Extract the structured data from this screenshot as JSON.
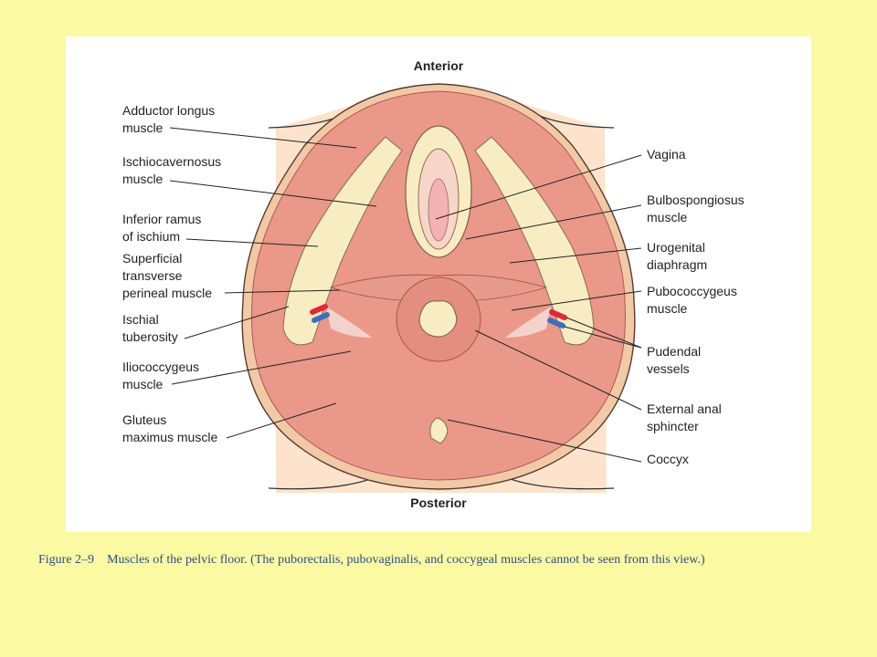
{
  "orientation": {
    "top": "Anterior",
    "bottom": "Posterior"
  },
  "labels_left": [
    {
      "line1": "Adductor longus",
      "line2": "muscle"
    },
    {
      "line1": "Ischiocavernosus",
      "line2": "muscle"
    },
    {
      "line1": "Inferior ramus",
      "line2": "of ischium"
    },
    {
      "line1": "Superficial",
      "line2": "transverse",
      "line3": "perineal muscle"
    },
    {
      "line1": "Ischial",
      "line2": "tuberosity"
    },
    {
      "line1": "Iliococcygeus",
      "line2": "muscle"
    },
    {
      "line1": "Gluteus",
      "line2": "maximus muscle"
    }
  ],
  "labels_right": [
    {
      "line1": "Vagina"
    },
    {
      "line1": "Bulbospongiosus",
      "line2": "muscle"
    },
    {
      "line1": "Urogenital",
      "line2": "diaphragm"
    },
    {
      "line1": "Pubococcygeus",
      "line2": "muscle"
    },
    {
      "line1": "Pudendal",
      "line2": "vessels"
    },
    {
      "line1": "External anal",
      "line2": "sphincter"
    },
    {
      "line1": "Coccyx"
    }
  ],
  "caption": {
    "number": "Figure 2–9",
    "text": "Muscles of the pelvic floor. (The puborectalis, pubovaginalis, and coccygeal muscles cannot be seen from this view.)"
  },
  "colors": {
    "background": "#fcf9a3",
    "panel": "#ffffff",
    "skin": "#fde3cc",
    "muscle": "#e9988a",
    "bone": "#f7ecc2",
    "artery": "#e0283a",
    "vein": "#3b6fc0",
    "caption": "#2a4f8a"
  }
}
